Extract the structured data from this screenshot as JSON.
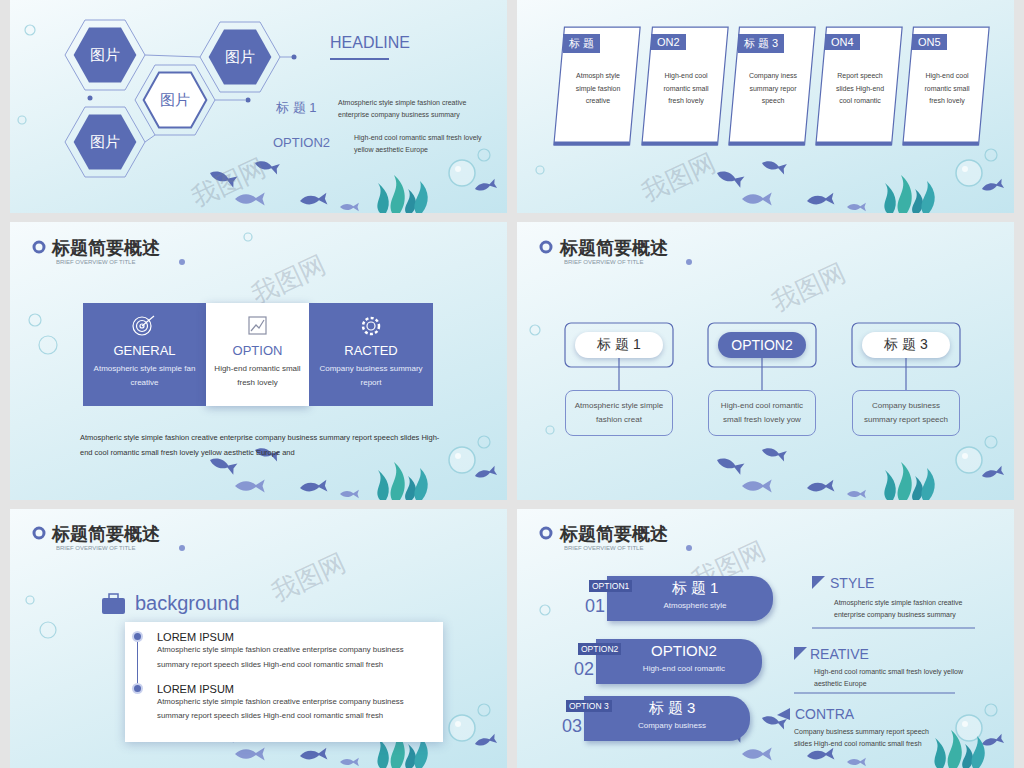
{
  "diagram": {
    "nodes": [
      {
        "text": [
          "图片"
        ]
      },
      {
        "text": [
          "图片"
        ]
      },
      {
        "text": [
          "图片"
        ]
      },
      {
        "text": [
          "图片"
        ]
      },
      {
        "text": [
          "标 题",
          "Atmosph style simple fashion creative"
        ]
      },
      {
        "text": [
          "ON2",
          "High-end cool romantic small fresh lovely"
        ]
      },
      {
        "text": [
          "标 题 3",
          "Company iness summary repor speech"
        ]
      },
      {
        "text": [
          "ON4",
          "Report speech slides High-end cool romantic"
        ]
      },
      {
        "text": [
          "ON5",
          "High-end cool romantic small fresh lovely"
        ]
      },
      {
        "text": [
          "GENERAL",
          "Atmospheric style simple fan creative"
        ]
      },
      {
        "text": [
          "OPTION",
          "High-end romantic small fresh lovely"
        ]
      },
      {
        "text": [
          "RACTED",
          "Company business summary report"
        ]
      },
      {
        "text": [
          "标 题 1"
        ]
      },
      {
        "text": [
          "OPTION2"
        ]
      },
      {
        "text": [
          "标 题 3"
        ]
      },
      {
        "text": [
          "Atmospheric style simple fashion creat"
        ]
      },
      {
        "text": [
          "High-end cool romantic small fresh lovely yow"
        ]
      },
      {
        "text": [
          "Company business summary report speech"
        ]
      },
      {
        "text": [
          "LOREM IPSUM",
          "Atmospheric style simple fashion creative enterprise company business summary report speech slides High-end cool romantic small fresh",
          "LOREM IPSUM",
          "Atmospheric style simple fashion creative enterprise company business summary report speech slides High-end cool romantic small fresh"
        ]
      },
      {
        "text": [
          "OPTION1",
          "01",
          "标 题 1",
          "Atmospheric style"
        ]
      },
      {
        "text": [
          "OPTION2",
          "02",
          "OPTION2",
          "High-end cool romantic"
        ]
      },
      {
        "text": [
          "OPTION 3",
          "03",
          "标 题 3",
          "Company business"
        ]
      }
    ],
    "edges": [
      {
        "from": 12,
        "to": 15,
        "arrow": "none"
      },
      {
        "from": 13,
        "to": 16,
        "arrow": "none"
      },
      {
        "from": 14,
        "to": 17,
        "arrow": "none"
      }
    ],
    "labels": [
      "HEADLINE",
      "标 题 1",
      "Atmospheric style simple fashion creative enterprise company business summary",
      "OPTION2",
      "High-end cool romantic small fresh lovely yellow aesthetic Europe",
      "标题简要概述",
      "BRIEF OVERVIEW OF TITLE",
      "Atmospheric style simple fashion creative enterprise company business summary report speech slides High-end cool romantic small fresh lovely yellow aesthetic Europe and",
      "标题简要概述",
      "BRIEF OVERVIEW OF TITLE",
      "标题简要概述",
      "BRIEF OVERVIEW OF TITLE",
      "background",
      "标题简要概述",
      "BRIEF OVERVIEW OF TITLE",
      "STYLE",
      "Atmospheric style simple fashion creative enterprise company business summary",
      "REATIVE",
      "High-end cool romantic small fresh lovely yellow aesthetic Europe",
      "CONTRA",
      "Company business summary report speech slides High-end cool romantic small fresh",
      "我图网",
      "我图网",
      "我图网",
      "我图网",
      "我图网",
      "我图网"
    ]
  }
}
